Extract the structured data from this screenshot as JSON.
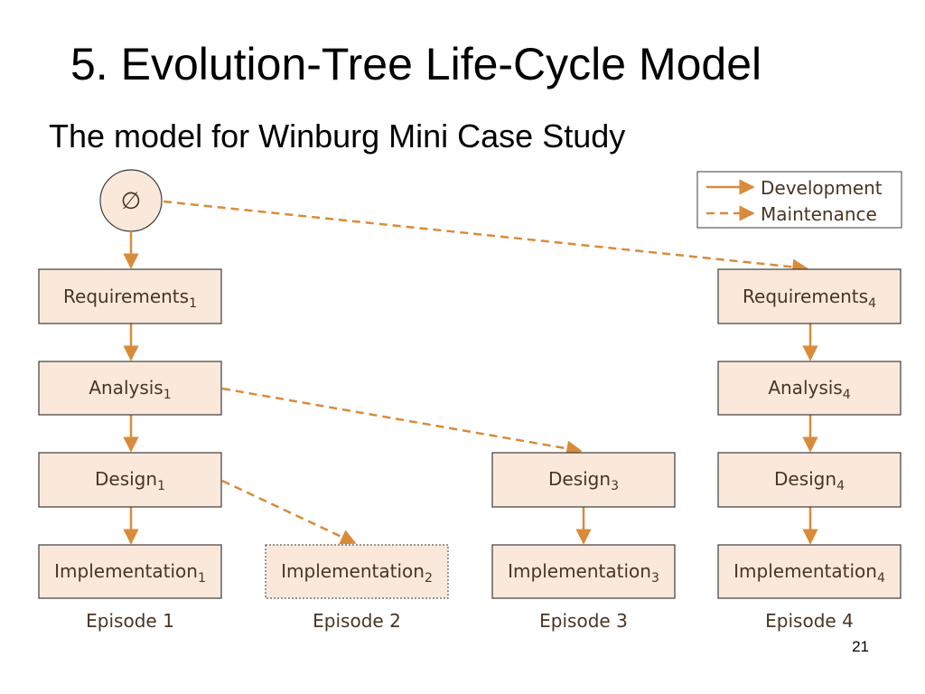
{
  "slide": {
    "title": "5. Evolution-Tree Life-Cycle Model",
    "subtitle": "The model for Winburg Mini Case Study",
    "page_number": "21"
  },
  "legend": {
    "development": "Development",
    "maintenance": "Maintenance"
  },
  "root": {
    "symbol": "∅"
  },
  "colors": {
    "box_fill": "#fae9da",
    "box_stroke": "#3c3c3c",
    "arrow": "#d98b3a",
    "text": "#4a3422"
  },
  "episodes": [
    {
      "label": "Episode 1",
      "boxes": [
        {
          "name": "Requirements",
          "sub": "1"
        },
        {
          "name": "Analysis",
          "sub": "1"
        },
        {
          "name": "Design",
          "sub": "1"
        },
        {
          "name": "Implementation",
          "sub": "1"
        }
      ]
    },
    {
      "label": "Episode 2",
      "boxes": [
        {
          "name": "Implementation",
          "sub": "2"
        }
      ]
    },
    {
      "label": "Episode 3",
      "boxes": [
        {
          "name": "Design",
          "sub": "3"
        },
        {
          "name": "Implementation",
          "sub": "3"
        }
      ]
    },
    {
      "label": "Episode 4",
      "boxes": [
        {
          "name": "Requirements",
          "sub": "4"
        },
        {
          "name": "Analysis",
          "sub": "4"
        },
        {
          "name": "Design",
          "sub": "4"
        },
        {
          "name": "Implementation",
          "sub": "4"
        }
      ]
    }
  ]
}
